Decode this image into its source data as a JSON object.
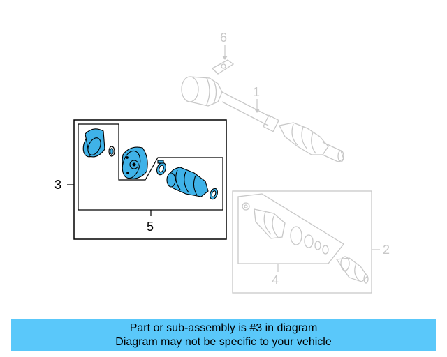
{
  "callouts": {
    "c1": "1",
    "c2": "2",
    "c3": "3",
    "c4": "4",
    "c5": "5",
    "c6": "6"
  },
  "banner": {
    "line1": "Part or sub-assembly is #3 in diagram",
    "line2": "Diagram may not be specific to your vehicle"
  },
  "colors": {
    "highlight_part": "#3fb2e8",
    "banner_background": "#5ac8fa",
    "dimmed_line": "#c8c8c8"
  }
}
